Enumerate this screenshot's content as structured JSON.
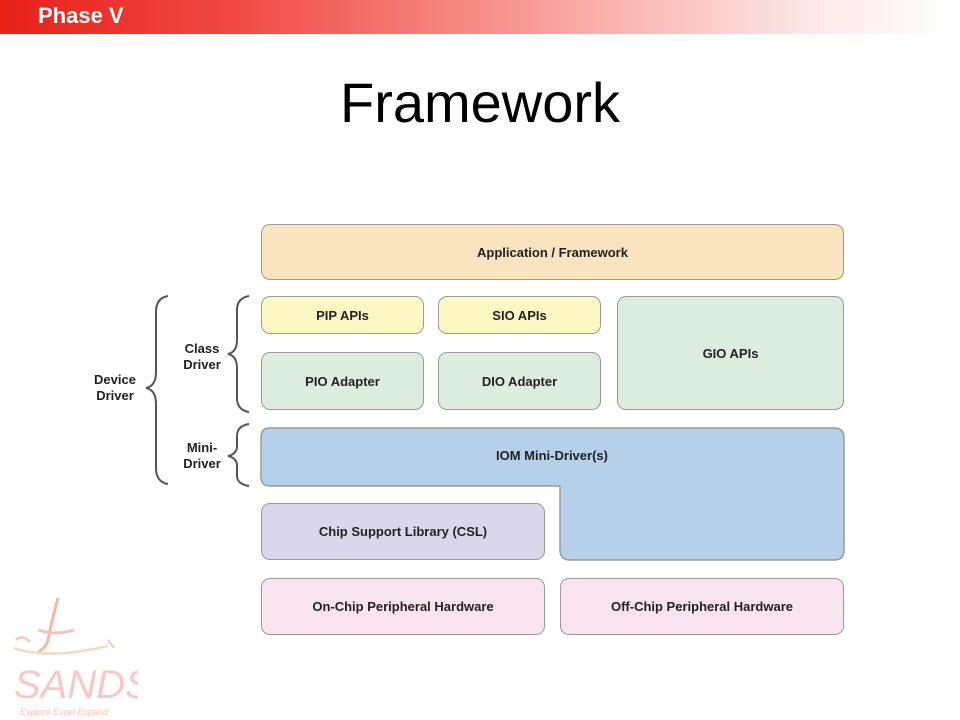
{
  "header": {
    "phase_label": "Phase V"
  },
  "slide": {
    "title": "Framework"
  },
  "diagram": {
    "application": "Application / Framework",
    "pip_apis": "PIP APIs",
    "sio_apis": "SIO APIs",
    "gio_apis": "GIO APIs",
    "pio_adapter": "PIO Adapter",
    "dio_adapter": "DIO Adapter",
    "iom_mini_driver": "IOM Mini-Driver(s)",
    "csl": "Chip Support Library (CSL)",
    "on_chip_hw": "On-Chip Peripheral Hardware",
    "off_chip_hw": "Off-Chip Peripheral Hardware",
    "labels": {
      "device_driver_1": "Device",
      "device_driver_2": "Driver",
      "class_driver_1": "Class",
      "class_driver_2": "Driver",
      "mini_driver_1": "Mini-",
      "mini_driver_2": "Driver"
    },
    "colors": {
      "application": "#fae3bf",
      "apis": "#fdf8c4",
      "adapters": "#dcede0",
      "iom": "#b7d0e9",
      "csl": "#dad7ea",
      "hardware": "#f8e3ee"
    }
  },
  "logo": {
    "name": "SANDS",
    "tagline": "Explore Excel Expand"
  }
}
